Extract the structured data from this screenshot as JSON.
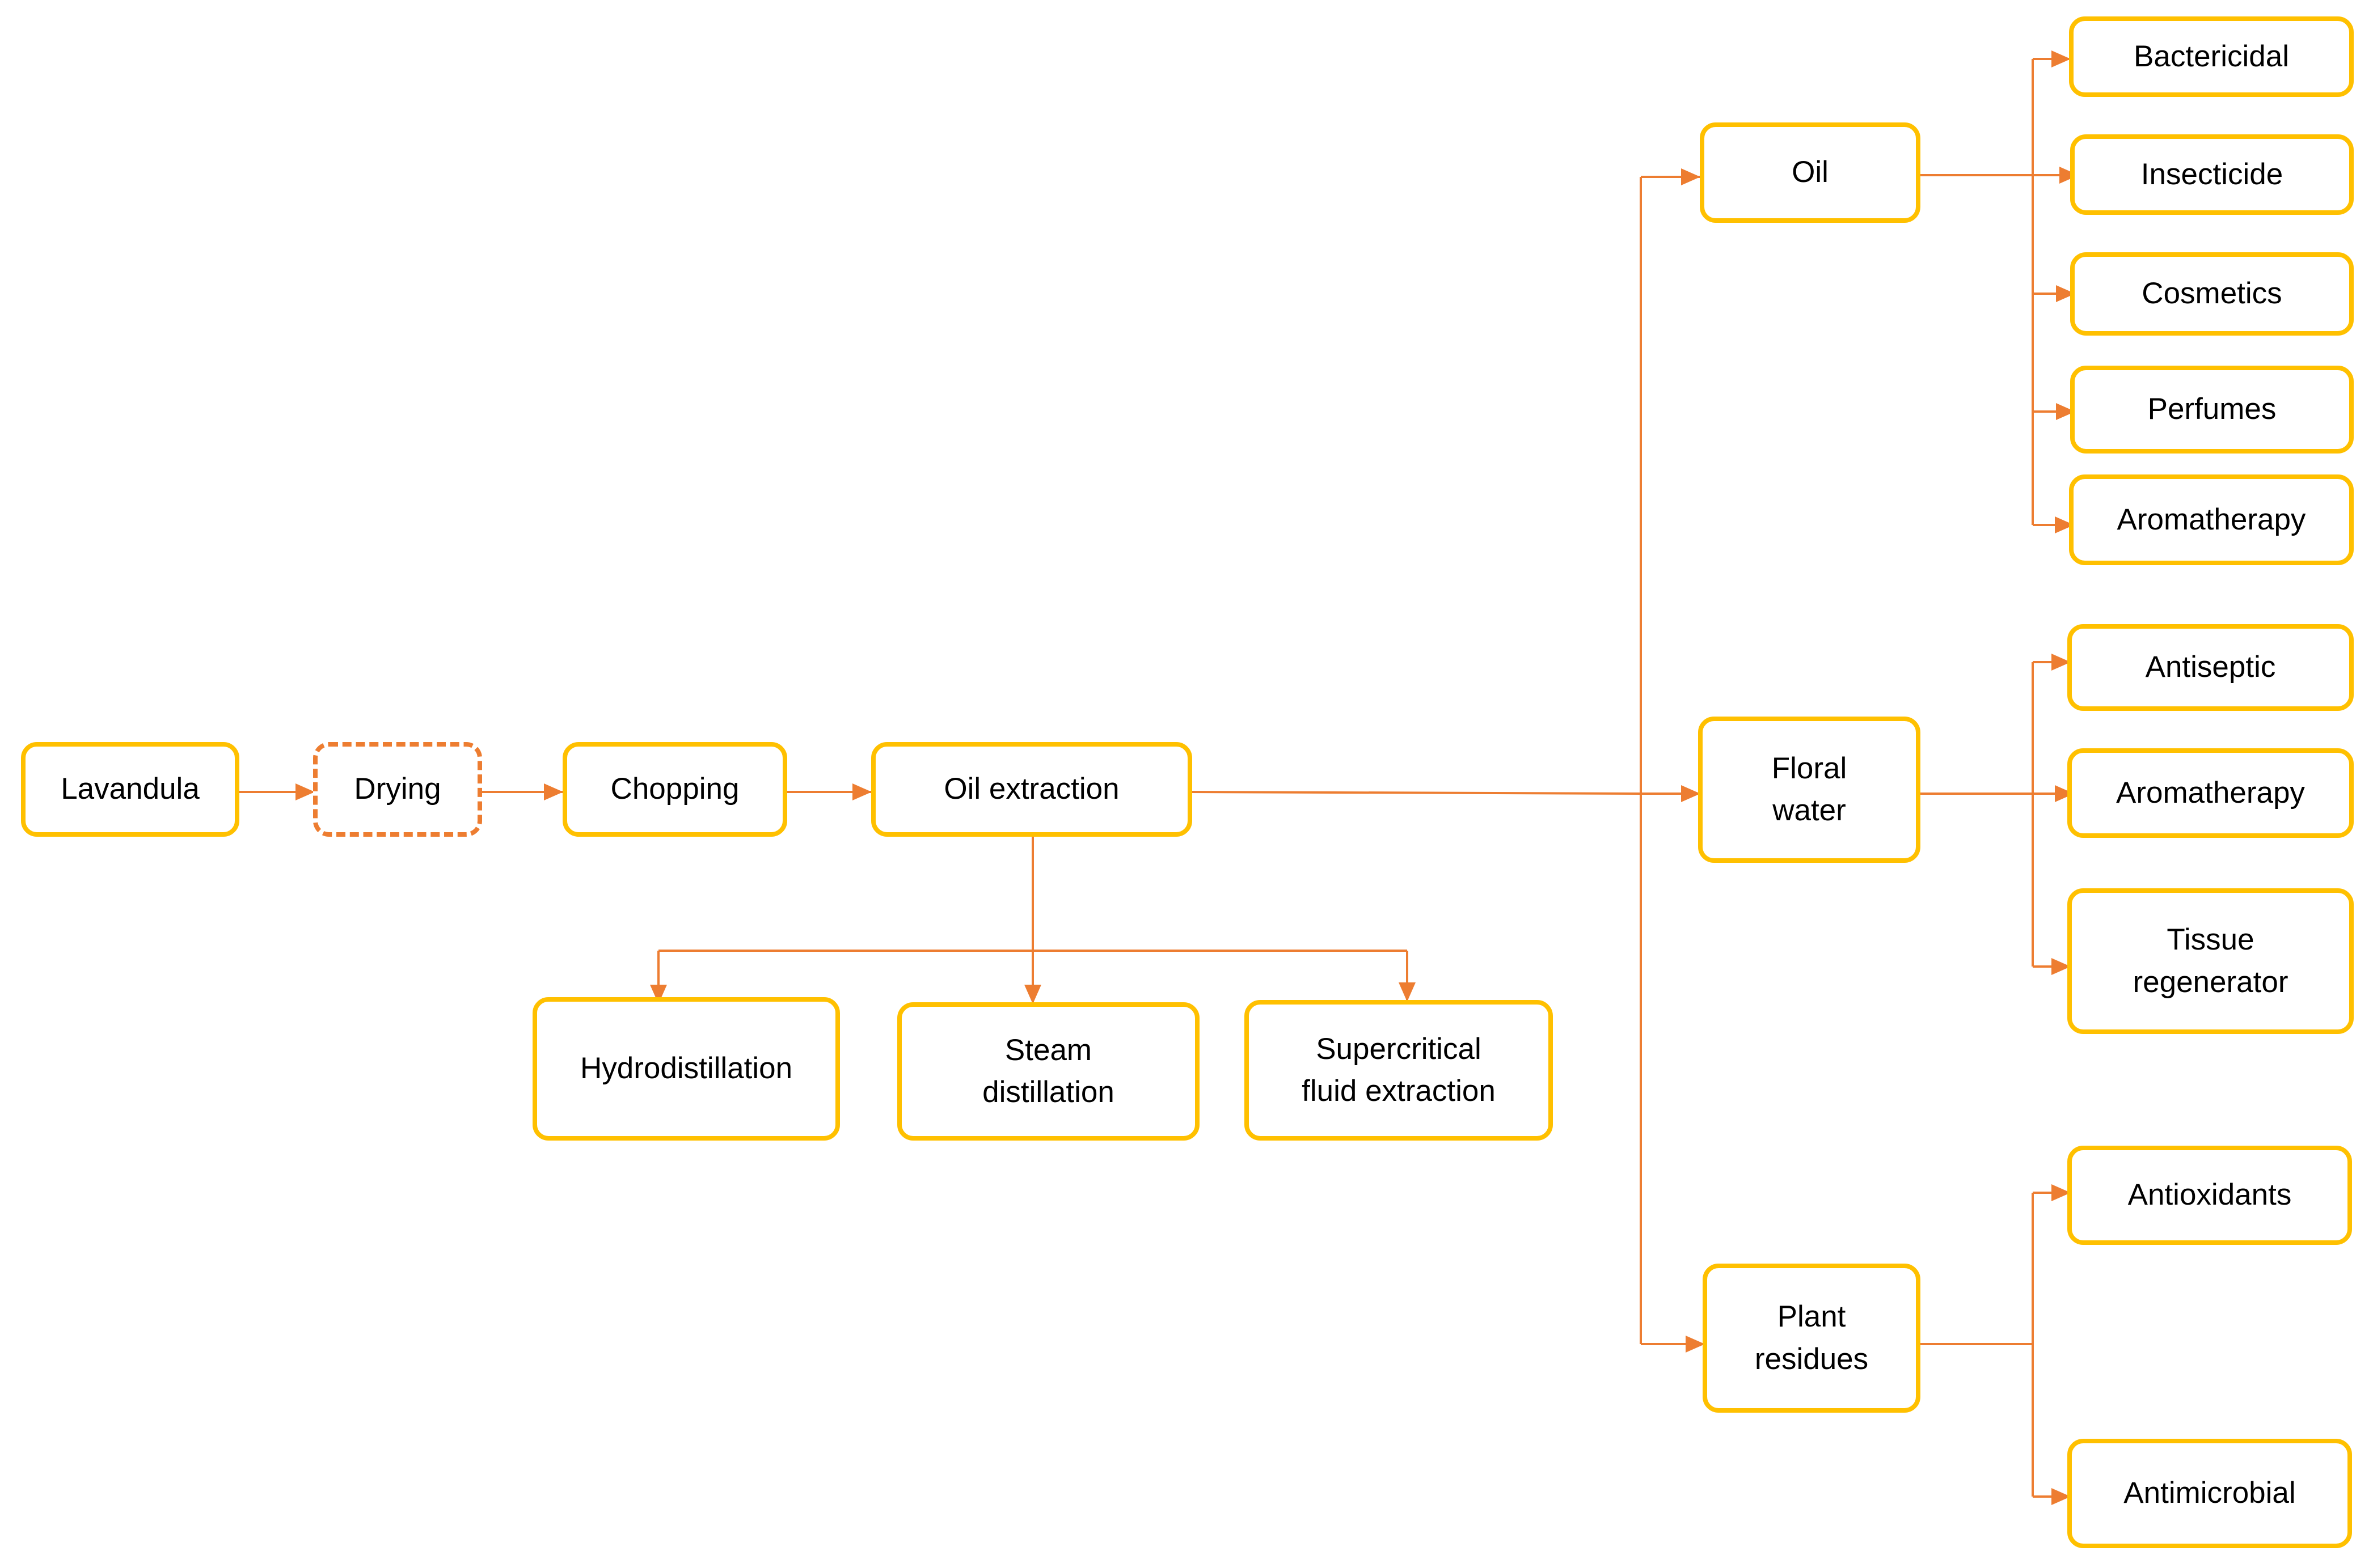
{
  "nodes": {
    "lavandula": "Lavandula",
    "drying": "Drying",
    "chopping": "Chopping",
    "oil_extraction": "Oil extraction",
    "hydrodistillation": "Hydrodistillation",
    "steam_distillation": "Steam\ndistillation",
    "supercritical": "Supercritical\nfluid extraction",
    "oil": "Oil",
    "floral_water": "Floral\nwater",
    "plant_residues": "Plant\nresidues",
    "bactericidal": "Bactericidal",
    "insecticide": "Insecticide",
    "cosmetics": "Cosmetics",
    "perfumes": "Perfumes",
    "aromatherapy_oil": "Aromatherapy",
    "antiseptic": "Antiseptic",
    "aromatherapy_water": "Aromatherapy",
    "tissue_regenerator": "Tissue\nregenerator",
    "antioxidants": "Antioxidants",
    "antimicrobial": "Antimicrobial"
  },
  "colors": {
    "box_border": "#FFC000",
    "dashed_border": "#ED7D31",
    "connector": "#ED7D31",
    "text": "#000000"
  }
}
